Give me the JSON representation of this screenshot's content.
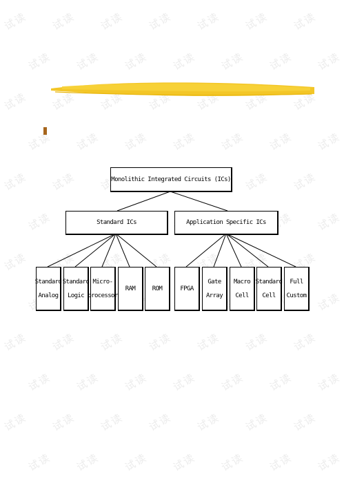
{
  "root": {
    "label": "Monolithic Integrated Circuits (ICs)"
  },
  "branches": [
    {
      "label": "Standard ICs",
      "children": [
        {
          "line1": "Standard",
          "line2": "Analog"
        },
        {
          "line1": "Standard",
          "line2": "Logic"
        },
        {
          "line1": "Micro-",
          "line2": "processor"
        },
        {
          "line1": "RAM",
          "line2": ""
        },
        {
          "line1": "ROM",
          "line2": ""
        }
      ]
    },
    {
      "label": "Application Specific ICs",
      "children": [
        {
          "line1": "FPGA",
          "line2": ""
        },
        {
          "line1": "Gate",
          "line2": "Array"
        },
        {
          "line1": "Macro",
          "line2": "Cell"
        },
        {
          "line1": "Standard",
          "line2": "Cell"
        },
        {
          "line1": "Full",
          "line2": "Custom"
        }
      ]
    }
  ],
  "watermark": {
    "text": "试读"
  },
  "colors": {
    "highlight_stroke": "#f2c00f",
    "bullet": "#a6651c",
    "line": "#000000"
  }
}
